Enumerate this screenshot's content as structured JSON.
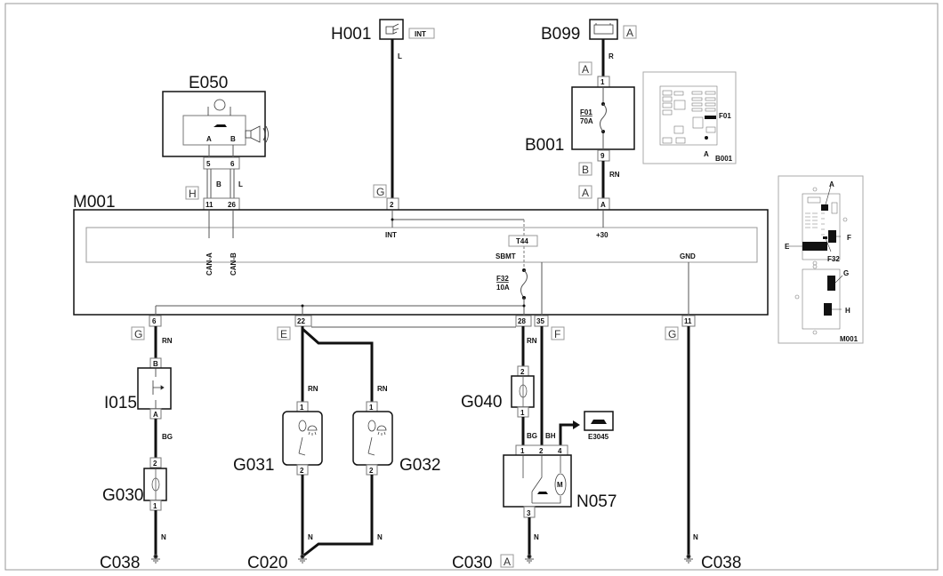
{
  "components": {
    "h001": {
      "label": "H001",
      "tag": "INT",
      "wire": "L",
      "pin": "2",
      "conn": "G"
    },
    "b099": {
      "label": "B099",
      "tag": "A",
      "wire": "R"
    },
    "b001": {
      "label": "B001",
      "conn_top": "A",
      "pin_top": "1",
      "fuse_name": "F01",
      "fuse_rating": "70A",
      "pin_bottom": "9",
      "conn_bottom": "B",
      "wire": "RN",
      "conn_m001": "A",
      "pin_m001": "A"
    },
    "e050": {
      "label": "E050",
      "pin_a": "A",
      "pin_b": "B",
      "pin_5": "5",
      "pin_6": "6",
      "wire_b": "B",
      "wire_l": "L",
      "conn": "H",
      "pin_11": "11",
      "pin_26": "26"
    },
    "m001": {
      "label": "M001",
      "can_a": "CAN-A",
      "can_b": "CAN-B",
      "int": "INT",
      "t44": "T44",
      "sbmt": "SBMT",
      "fuse_name": "F32",
      "fuse_rating": "10A",
      "plus30": "+30",
      "gnd": "GND"
    },
    "bottom_pins": {
      "p6": "6",
      "p22": "22",
      "p28": "28",
      "p35": "35",
      "p11": "11"
    },
    "bottom_conns": {
      "c6": "G",
      "c22": "E",
      "c35": "F",
      "c11": "G"
    },
    "i015": {
      "label": "I015",
      "wire_top": "RN",
      "pin_b": "B",
      "pin_a": "A",
      "wire_bottom": "BG"
    },
    "g030": {
      "label": "G030",
      "pin_2": "2",
      "pin_1": "1",
      "wire": "N"
    },
    "g031": {
      "label": "G031",
      "pin_1": "1",
      "pin_2": "2",
      "wire_top": "RN",
      "wire_bottom": "N"
    },
    "g032": {
      "label": "G032",
      "pin_1": "1",
      "pin_2": "2",
      "wire_top": "RN",
      "wire_bottom": "N"
    },
    "g040": {
      "label": "G040",
      "wire_top": "RN",
      "pin_2": "2",
      "pin_1": "1",
      "wire_bottom": "BG"
    },
    "n057": {
      "label": "N057",
      "wire_35": "BH",
      "pin_1": "1",
      "pin_2": "2",
      "pin_4": "4",
      "pin_3": "3",
      "wire": "N",
      "motor": "M"
    },
    "e3045": {
      "label": "E3045"
    },
    "grounds": {
      "c038_left": "C038",
      "c020": "C020",
      "c030": "C030",
      "c030_tag": "A",
      "c038_right": "C038",
      "wire_right": "N"
    },
    "inset_b001": {
      "f01": "F01",
      "a": "A",
      "title": "B001"
    },
    "inset_m001": {
      "a": "A",
      "f": "F",
      "e": "E",
      "f32": "F32",
      "g": "G",
      "h": "H",
      "title": "M001"
    }
  }
}
